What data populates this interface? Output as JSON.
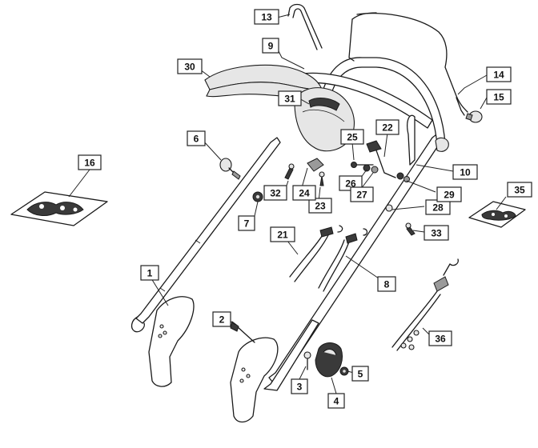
{
  "callouts": [
    {
      "label": "1"
    },
    {
      "label": "2"
    },
    {
      "label": "3"
    },
    {
      "label": "4"
    },
    {
      "label": "5"
    },
    {
      "label": "6"
    },
    {
      "label": "7"
    },
    {
      "label": "8"
    },
    {
      "label": "9"
    },
    {
      "label": "10"
    },
    {
      "label": "13"
    },
    {
      "label": "14"
    },
    {
      "label": "15"
    },
    {
      "label": "16"
    },
    {
      "label": "21"
    },
    {
      "label": "22"
    },
    {
      "label": "23"
    },
    {
      "label": "24"
    },
    {
      "label": "25"
    },
    {
      "label": "26"
    },
    {
      "label": "27"
    },
    {
      "label": "28"
    },
    {
      "label": "29"
    },
    {
      "label": "30"
    },
    {
      "label": "31"
    },
    {
      "label": "32"
    },
    {
      "label": "33"
    },
    {
      "label": "35"
    },
    {
      "label": "36"
    }
  ]
}
